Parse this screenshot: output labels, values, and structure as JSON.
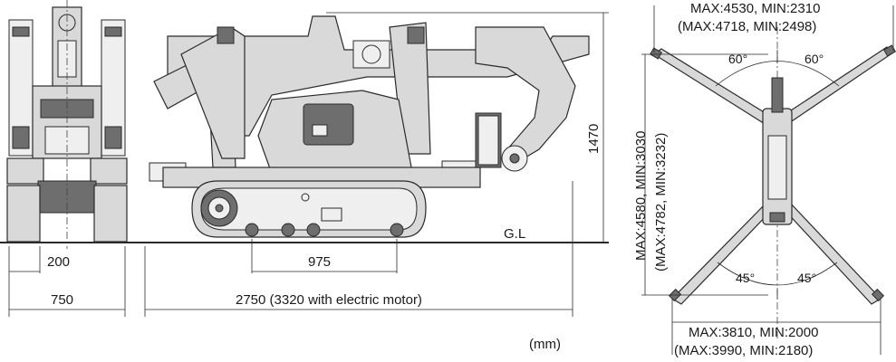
{
  "dimensions": {
    "track_gauge": "200",
    "overall_width": "750",
    "track_roller_span": "975",
    "overall_length": "2750 (3320 with electric motor)",
    "height": "1470",
    "ground_level": "G.L",
    "outrigger_span_front": "MAX:4530, MIN:2310",
    "outrigger_span_front_alt": "(MAX:4718, MIN:2498)",
    "outrigger_span_rear": "MAX:3810, MIN:2000",
    "outrigger_span_rear_alt": "(MAX:3990, MIN:2180)",
    "outrigger_length": "MAX:4580, MIN:3030",
    "outrigger_length_alt": "(MAX:4782, MIN:3232)",
    "front_angle_left": "60°",
    "front_angle_right": "60°",
    "rear_angle_left": "45°",
    "rear_angle_right": "45°",
    "unit": "(mm)"
  }
}
